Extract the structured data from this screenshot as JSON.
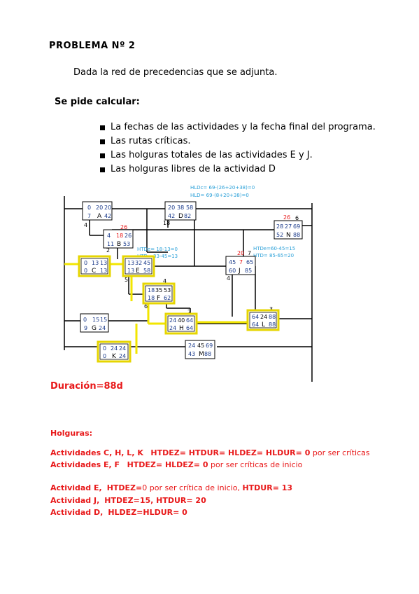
{
  "title": "PROBLEMA Nº 2",
  "intro": "Dada la red de precedencias que se adjunta.",
  "se_pide": "Se pide calcular:",
  "tasks": [
    "La fechas de las actividades y la fecha final del programa.",
    "Las rutas críticas.",
    "Las holguras totales de las actividades E y J.",
    "Las holguras libres de la actividad D"
  ],
  "network": {
    "annotations": {
      "d_top": "HLDc= 69-(26+20+38)=0",
      "d_bottom": "HLD= 69-(8+20+38)=0",
      "e_top": "HTDe= 18-13=0",
      "e_bottom": "HTD= 33-45=13",
      "j_top": "HTDe=60-45=15",
      "j_bottom": "HTD= 85-65=20"
    },
    "arrow_labels": [
      "4",
      "2",
      "5",
      "6",
      "4",
      "2",
      "18",
      "7",
      "6",
      "3",
      "4"
    ],
    "red_labels": [
      "26",
      "26",
      "20",
      "26"
    ],
    "nodes": [
      {
        "name": "A",
        "es": "0",
        "dur": "20",
        "ef": "20",
        "ls": "7",
        "lf": "42"
      },
      {
        "name": "B",
        "es": "4",
        "dur": "18",
        "ef": "26",
        "ls": "11",
        "lf": "53"
      },
      {
        "name": "C",
        "es": "0",
        "dur": "13",
        "ef": "13",
        "ls": "0",
        "lf": "13"
      },
      {
        "name": "D",
        "es": "20",
        "dur": "38",
        "ef": "58",
        "ls": "42",
        "lf": "82"
      },
      {
        "name": "E",
        "es": "13",
        "dur": "32",
        "ef": "45",
        "ls": "13",
        "lf": "58"
      },
      {
        "name": "F",
        "es": "18",
        "dur": "35",
        "ef": "53",
        "ls": "18",
        "lf": "62"
      },
      {
        "name": "G",
        "es": "0",
        "dur": "15",
        "ef": "15",
        "ls": "9",
        "lf": "24"
      },
      {
        "name": "H",
        "es": "24",
        "dur": "40",
        "ef": "64",
        "ls": "24",
        "lf": "64"
      },
      {
        "name": "J",
        "es": "45",
        "dur": "7",
        "ef": "65",
        "ls": "60",
        "lf": "85"
      },
      {
        "name": "K",
        "es": "0",
        "dur": "24",
        "ef": "24",
        "ls": "0",
        "lf": "24"
      },
      {
        "name": "L",
        "es": "64",
        "dur": "24",
        "ef": "88",
        "ls": "64",
        "lf": "88"
      },
      {
        "name": "M",
        "es": "24",
        "dur": "45",
        "ef": "69",
        "ls": "43",
        "lf": "88"
      },
      {
        "name": "N",
        "es": "28",
        "dur": "27",
        "ef": "69",
        "ls": "52",
        "lf": "88"
      }
    ]
  },
  "duracion": "Duración=88d",
  "holguras_title": "Holguras:",
  "holguras": {
    "l1_act": "Actividades C, H, L, K",
    "l1_eq": "HTDEZ= HTDUR= HLDEZ= HLDUR= 0",
    "l1_note": "por ser críticas",
    "l2_act": "Actividades E, F",
    "l2_eq": "HTDEZ= HLDEZ= 0",
    "l2_note": "por ser críticas de inicio",
    "l3_act": "Actividad E,",
    "l3_eq1": "HTDEZ=",
    "l3_note": "0 por ser crítica de inicio,",
    "l3_eq2": "HTDUR= 13",
    "l4_act": "Actividad J,",
    "l4_eq": "HTDEZ=15, HTDUR= 20",
    "l5_act": "Actividad D,",
    "l5_eq": "HLDEZ=HLDUR= 0"
  }
}
